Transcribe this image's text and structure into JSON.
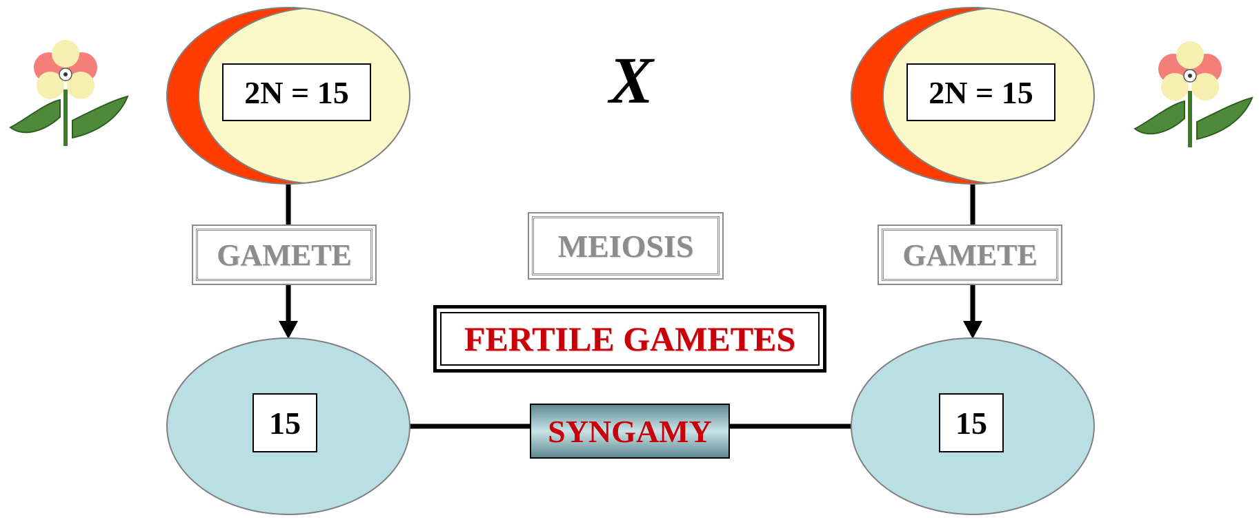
{
  "cross_symbol": "X",
  "parents": {
    "left": {
      "ploidy_label": "2N = 15",
      "gamete_label": "GAMETE",
      "gamete_count": "15"
    },
    "right": {
      "ploidy_label": "2N = 15",
      "gamete_label": "GAMETE",
      "gamete_count": "15"
    }
  },
  "process_labels": {
    "meiosis": "MEIOSIS",
    "fertile_gametes": "FERTILE GAMETES",
    "syngamy": "SYNGAMY"
  },
  "colors": {
    "parent_cell_fill": "#fbf9c8",
    "parent_cell_crescent": "#ff3c00",
    "gamete_cell_fill": "#b9dfe4",
    "label_gray": "#8c8c8c",
    "label_red": "#c8000a"
  },
  "icons": [
    "flower-icon-left",
    "flower-icon-right"
  ]
}
